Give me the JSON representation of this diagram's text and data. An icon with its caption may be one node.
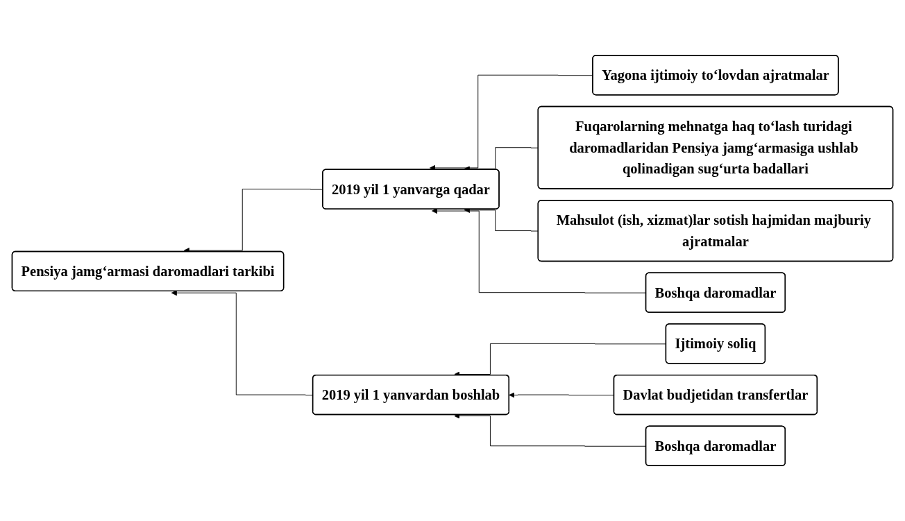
{
  "diagram": {
    "nodes": [
      {
        "text": [
          "Pensiya jamg‘armasi daromadlari tarkibi"
        ]
      },
      {
        "text": [
          "2019 yil 1 yanvarga qadar"
        ]
      },
      {
        "text": [
          "Yagona ijtimoiy to‘lovdan ajratmalar"
        ]
      },
      {
        "text": [
          "Fuqarolarning mehnatga haq to‘lash turidagi daromadlaridan Pensiya jamg‘armasiga ushlab qolinadigan sug‘urta badallari"
        ]
      },
      {
        "text": [
          "Mahsulot (ish, xizmat)lar sotish hajmidan majburiy ajratmalar"
        ]
      },
      {
        "text": [
          "Boshqa daromadlar"
        ]
      },
      {
        "text": [
          "2019 yil 1 yanvardan boshlab"
        ]
      },
      {
        "text": [
          "Ijtimoiy soliq"
        ]
      },
      {
        "text": [
          "Davlat budjetidan transfertlar"
        ]
      },
      {
        "text": [
          "Boshqa daromadlar"
        ]
      }
    ],
    "edges": [
      {
        "from": 1,
        "to": 0,
        "arrow": "to"
      },
      {
        "from": 6,
        "to": 0,
        "arrow": "to"
      },
      {
        "from": 2,
        "to": 1,
        "arrow": "to"
      },
      {
        "from": 3,
        "to": 1,
        "arrow": "to"
      },
      {
        "from": 4,
        "to": 1,
        "arrow": "to"
      },
      {
        "from": 5,
        "to": 1,
        "arrow": "to"
      },
      {
        "from": 7,
        "to": 6,
        "arrow": "to"
      },
      {
        "from": 8,
        "to": 6,
        "arrow": "to"
      },
      {
        "from": 9,
        "to": 6,
        "arrow": "to"
      }
    ]
  }
}
